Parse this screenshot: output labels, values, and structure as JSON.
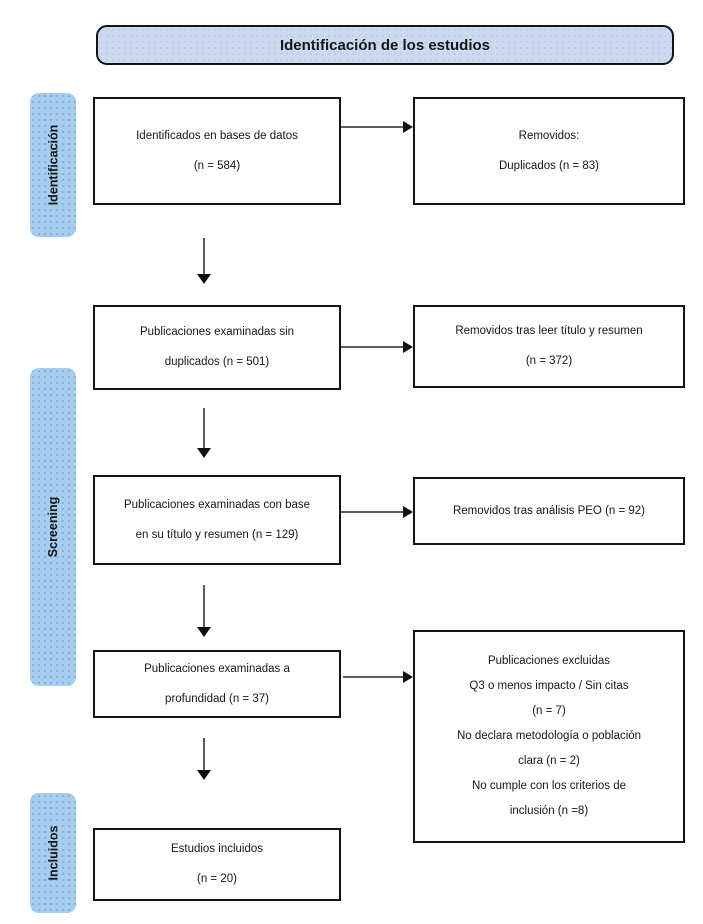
{
  "header": {
    "title": "Identificación de los estudios"
  },
  "sidebar": {
    "stages": [
      {
        "label": "Identificación"
      },
      {
        "label": "Screening"
      },
      {
        "label": "Incluidos"
      }
    ]
  },
  "boxes": {
    "identified": {
      "lines": [
        "Identificados en bases de datos",
        "(n = 584)"
      ]
    },
    "removed_duplicates": {
      "lines": [
        "Removidos:",
        "Duplicados (n = 83)"
      ]
    },
    "screened_no_duplicates": {
      "lines": [
        "Publicaciones examinadas sin",
        "duplicados (n = 501)"
      ]
    },
    "removed_title_abstract": {
      "lines": [
        "Removidos tras leer título y resumen",
        "(n = 372)"
      ]
    },
    "screened_title_abstract": {
      "lines": [
        "Publicaciones examinadas con base",
        "en su título y resumen (n = 129)"
      ]
    },
    "removed_peo": {
      "lines": [
        "Removidos tras análisis PEO (n = 92)"
      ]
    },
    "fulltext": {
      "lines": [
        "Publicaciones examinadas a",
        "profundidad (n = 37)"
      ]
    },
    "excluded": {
      "lines": [
        "Publicaciones excluidas",
        "Q3 o menos impacto / Sin citas",
        "(n = 7)",
        "No declara metodología o población",
        "clara (n = 2)",
        "No cumple con los criterios de",
        "inclusión (n =8)"
      ]
    },
    "included": {
      "lines": [
        "Estudios incluidos",
        "(n = 20)"
      ]
    }
  },
  "colors": {
    "header_fill": "#ccd9ef",
    "header_dot": "#b7c8e8",
    "stage_fill": "#a6ccee",
    "stage_dot": "#7ba8d8",
    "box_border": "#141414",
    "arrow_line": "#5c5c5c",
    "arrow_head": "#111111",
    "text_color": "#161616"
  }
}
